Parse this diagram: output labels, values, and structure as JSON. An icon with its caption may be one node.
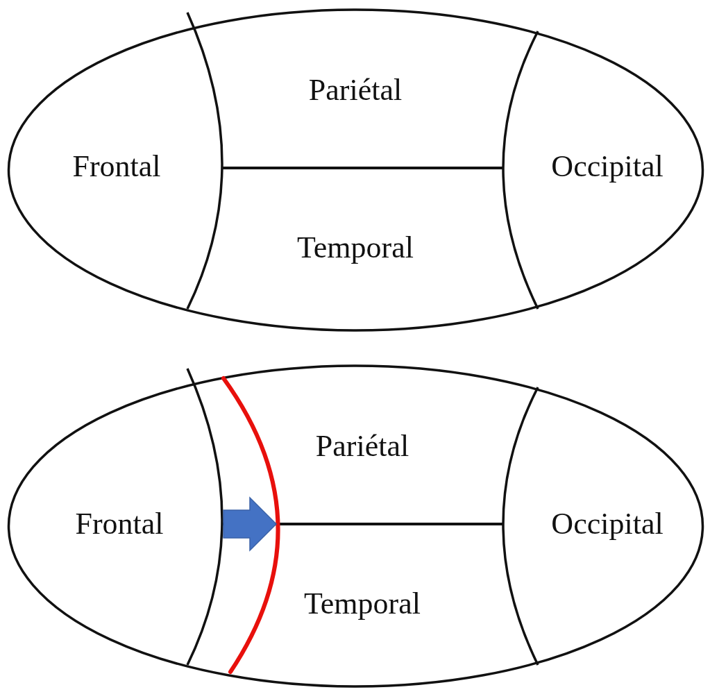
{
  "diagram": {
    "nodes": [
      {
        "text": [],
        "shape": "ellipse"
      },
      {
        "text": [
          "Frontal"
        ],
        "in": 0
      },
      {
        "text": [
          "Pariétal"
        ],
        "in": 0
      },
      {
        "text": [
          "Temporal"
        ],
        "in": 0
      },
      {
        "text": [
          "Occipital"
        ],
        "in": 0
      },
      {
        "text": [],
        "shape": "ellipse"
      },
      {
        "text": [
          "Frontal"
        ],
        "in": 5
      },
      {
        "text": [
          "Pariétal"
        ],
        "in": 5
      },
      {
        "text": [
          "Temporal"
        ],
        "in": 5
      },
      {
        "text": [
          "Occipital"
        ],
        "in": 5
      }
    ],
    "edges": []
  }
}
